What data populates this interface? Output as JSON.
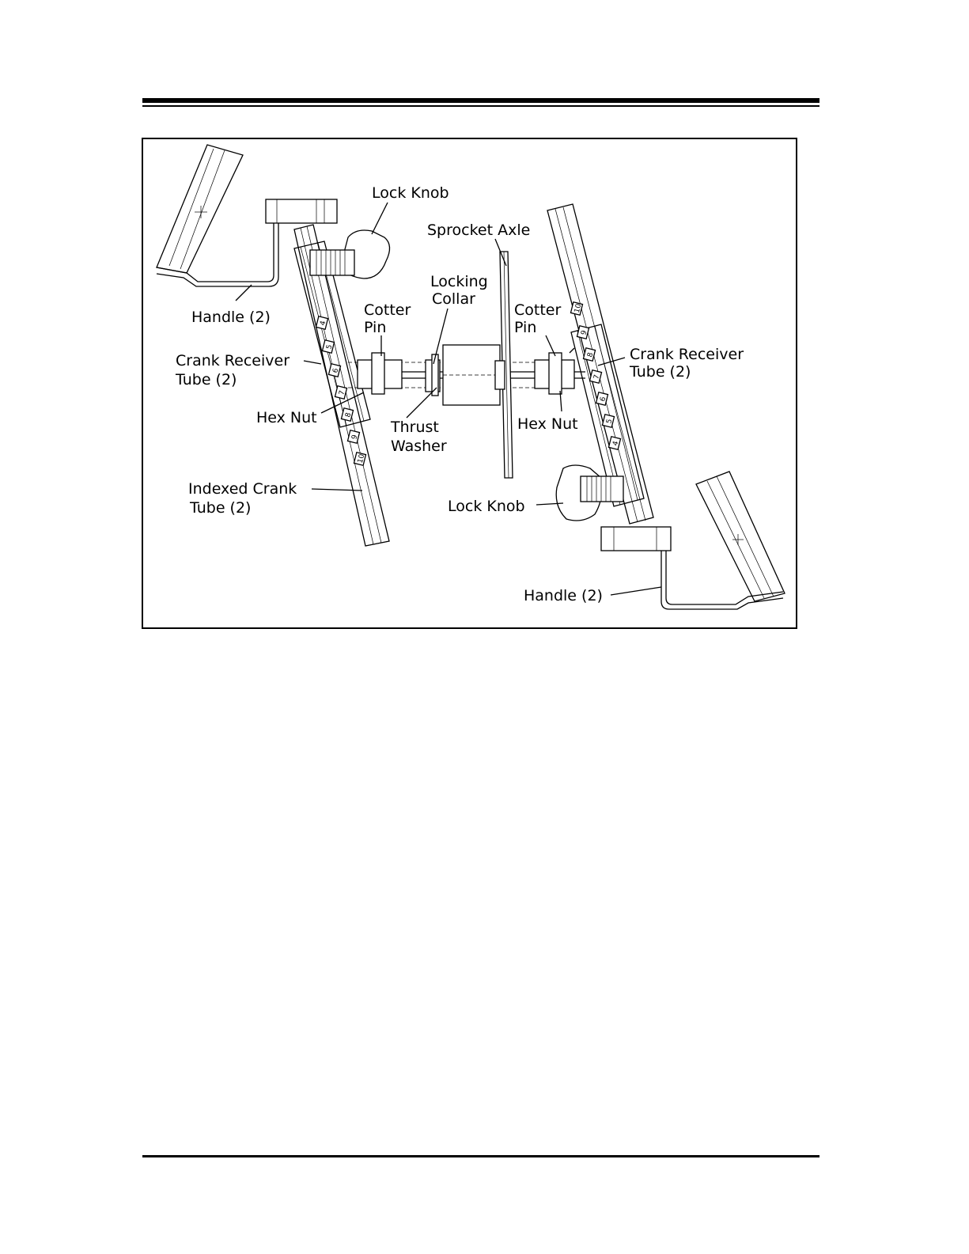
{
  "labels": {
    "lock_knob_top": "Lock Knob",
    "sprocket_axle": "Sprocket Axle",
    "locking_collar_1": "Locking",
    "locking_collar_2": "Collar",
    "handle_left": "Handle (2)",
    "cotter_pin_left_1": "Cotter",
    "cotter_pin_left_2": "Pin",
    "cotter_pin_right_1": "Cotter",
    "cotter_pin_right_2": "Pin",
    "crank_receiver_left_1": "Crank Receiver",
    "crank_receiver_left_2": "Tube (2)",
    "crank_receiver_right_1": "Crank Receiver",
    "crank_receiver_right_2": "Tube (2)",
    "hex_nut_left": "Hex Nut",
    "hex_nut_right": "Hex Nut",
    "thrust_washer_1": "Thrust",
    "thrust_washer_2": "Washer",
    "indexed_crank_1": "Indexed Crank",
    "indexed_crank_2": "Tube (2)",
    "lock_knob_bottom": "Lock Knob",
    "handle_right": "Handle (2)"
  },
  "left_tube_ticks": [
    "4",
    "5",
    "6",
    "7",
    "8",
    "9",
    "10"
  ],
  "right_tube_ticks": [
    "10",
    "9",
    "8",
    "7",
    "6",
    "5",
    "4"
  ]
}
